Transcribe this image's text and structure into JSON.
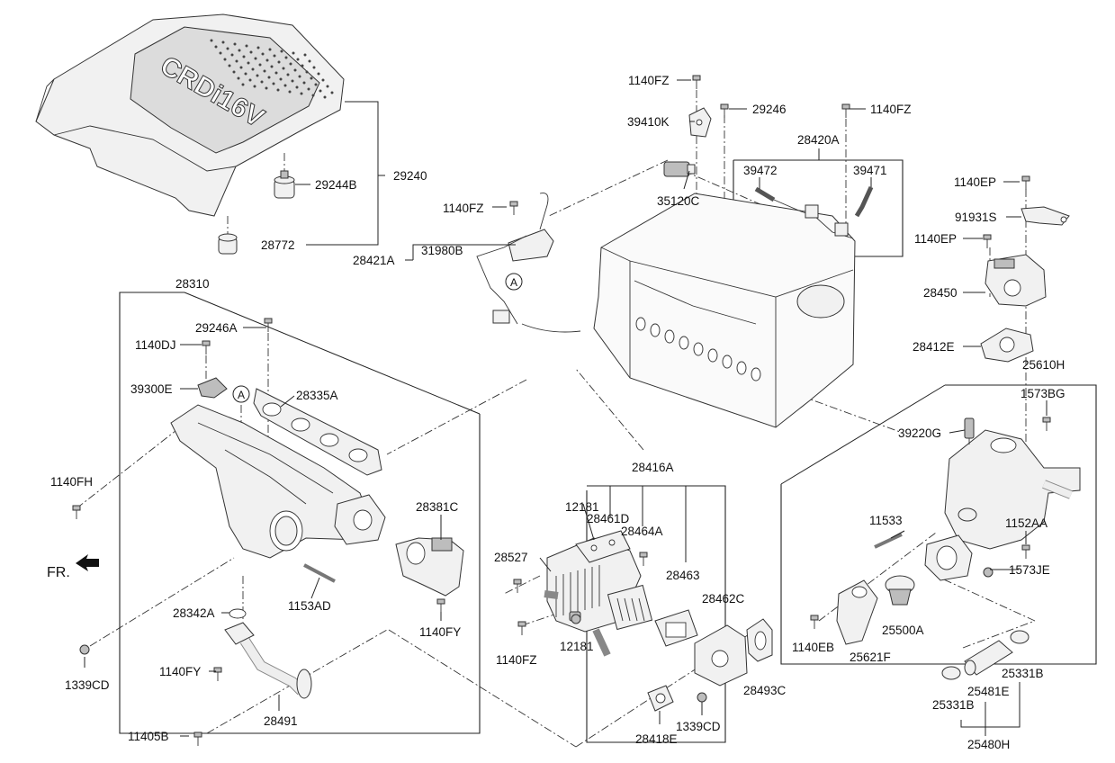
{
  "labels": {
    "l28310": "28310",
    "l29240": "29240",
    "l29244B": "29244B",
    "l28772": "28772",
    "l1140FZ_a": "1140FZ",
    "l39410K": "39410K",
    "l29246": "29246",
    "l1140FZ_b": "1140FZ",
    "l28420A": "28420A",
    "l39472": "39472",
    "l39471": "39471",
    "l35120C": "35120C",
    "l1140FZ_c": "1140FZ",
    "l28421A": "28421A",
    "l31980B": "31980B",
    "l1140EP_a": "1140EP",
    "l91931S": "91931S",
    "l1140EP_b": "1140EP",
    "l28450": "28450",
    "l28412E": "28412E",
    "l25610H": "25610H",
    "l1573BG": "1573BG",
    "l39220G": "39220G",
    "l29246A": "29246A",
    "l1140DJ": "1140DJ",
    "l39300E": "39300E",
    "l28335A": "28335A",
    "l1140FH": "1140FH",
    "l28381C": "28381C",
    "l1153AD": "1153AD",
    "l28342A": "28342A",
    "l1140FY_a": "1140FY",
    "l1339CD_a": "1339CD",
    "l1140FY_b": "1140FY",
    "l28491": "28491",
    "l11405B": "11405B",
    "l28416A": "28416A",
    "l12181_a": "12181",
    "l28461D": "28461D",
    "l28464A": "28464A",
    "l28527": "28527",
    "l28463": "28463",
    "l28462C": "28462C",
    "l1140FZ_d": "1140FZ",
    "l12181_b": "12181",
    "l28493C": "28493C",
    "l1339CD_b": "1339CD",
    "l28418E": "28418E",
    "l11533": "11533",
    "l1152AA": "1152AA",
    "l1573JE": "1573JE",
    "l1140EB": "1140EB",
    "l25621F": "25621F",
    "l25500A": "25500A",
    "l25331B_a": "25331B",
    "l25481E": "25481E",
    "l25331B_b": "25331B",
    "l25480H": "25480H"
  },
  "callouts": {
    "a1": "A",
    "a2": "A"
  },
  "cover_lettering": "CRDi16V",
  "direction": {
    "label": "FR."
  }
}
